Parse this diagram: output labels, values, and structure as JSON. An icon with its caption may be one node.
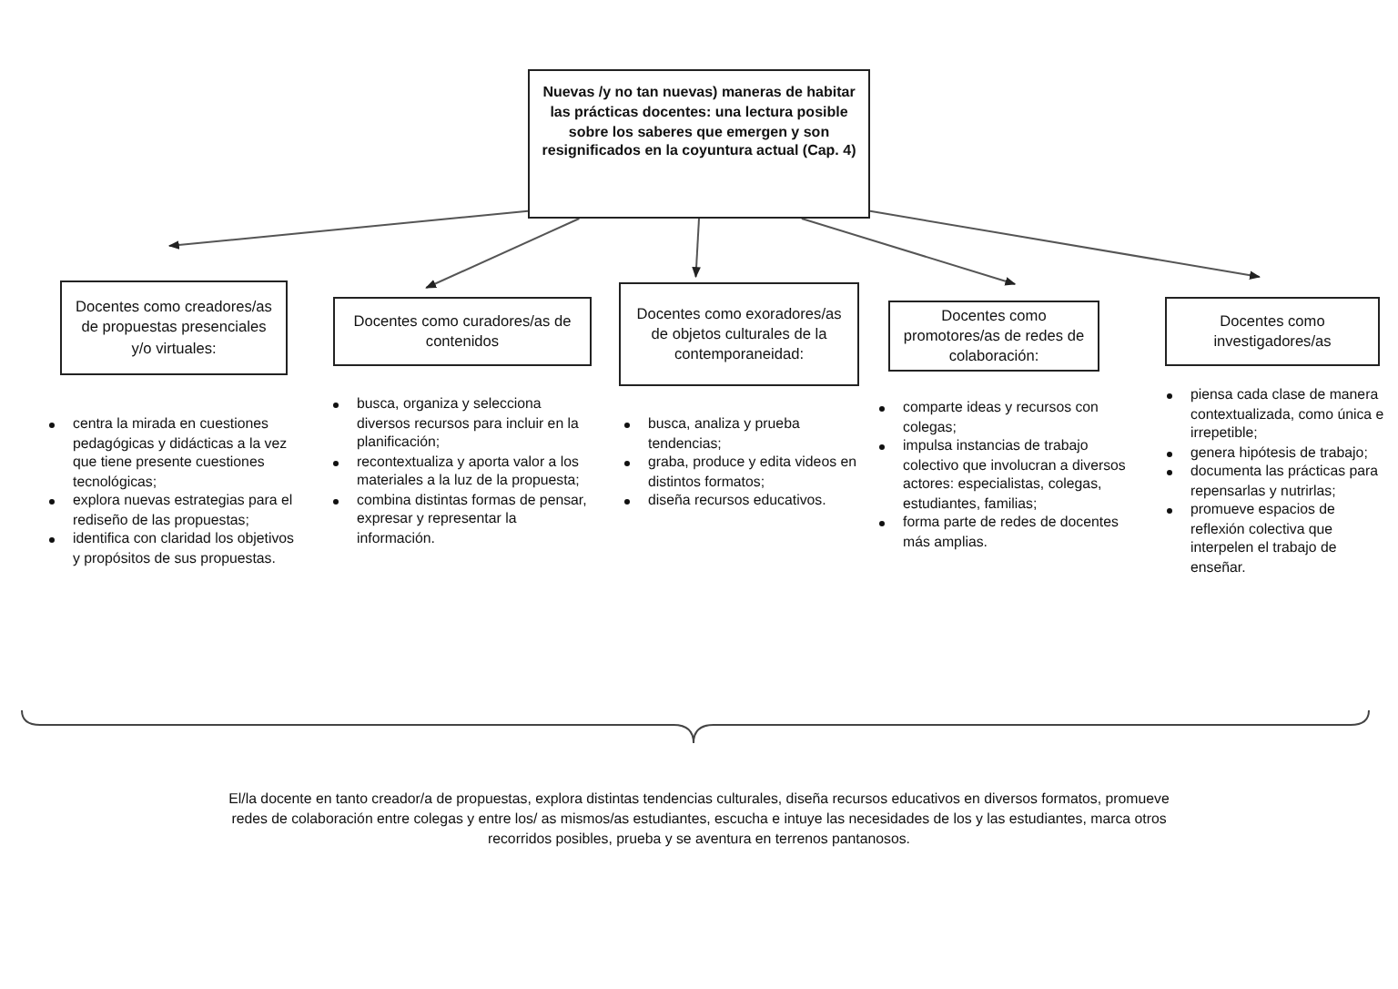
{
  "diagram": {
    "nodes": [
      {
        "text": [
          "Nuevas /y no tan nuevas) maneras de habitar las prácticas docentes: una lectura posible sobre los saberes que emergen y son resignificados en la coyuntura actual (Cap. 4)"
        ]
      },
      {
        "text": [
          "Docentes como creadores/as de propuestas presenciales y/o virtuales:"
        ],
        "beside": [
          "centra la mirada en cuestiones pedagógicas y didácticas a la vez que tiene presente cuestiones tecnológicas;",
          "explora nuevas estrategias para el rediseño de las propuestas;",
          "identifica con claridad los objetivos y propósitos de sus propuestas."
        ]
      },
      {
        "text": [
          "Docentes como curadores/as de contenidos"
        ],
        "beside": [
          "busca, organiza y selecciona diversos recursos para incluir en la planificación;",
          "recontextualiza y aporta valor a los materiales a la luz de la propuesta;",
          "combina distintas formas de pensar, expresar y representar la información."
        ]
      },
      {
        "text": [
          "Docentes como exoradores/as de objetos culturales de la contemporaneidad:"
        ],
        "beside": [
          "busca, analiza y prueba tendencias;",
          "graba, produce y edita videos en distintos formatos;",
          "diseña recursos educativos."
        ]
      },
      {
        "text": [
          "Docentes como promotores/as de redes de colaboración:"
        ],
        "beside": [
          "comparte ideas y recursos con colegas;",
          "impulsa instancias de trabajo colectivo que involucran a diversos actores: especialistas, colegas, estudiantes, familias;",
          "forma parte de redes de docentes más amplias."
        ]
      },
      {
        "text": [
          "Docentes como investigadores/as"
        ],
        "beside": [
          "piensa cada clase de manera contextualizada, como única e irrepetible;",
          "genera hipótesis de trabajo;",
          "documenta las prácticas para repensarlas y nutrirlas;",
          "promueve espacios de reflexión colectiva que interpelen el trabajo de enseñar."
        ]
      }
    ],
    "edges": [
      {
        "from": 0,
        "to": 1,
        "arrow": "to"
      },
      {
        "from": 0,
        "to": 2,
        "arrow": "to"
      },
      {
        "from": 0,
        "to": 3,
        "arrow": "to"
      },
      {
        "from": 0,
        "to": 4,
        "arrow": "to"
      },
      {
        "from": 0,
        "to": 5,
        "arrow": "to"
      }
    ],
    "labels": [
      "El/la docente en tanto creador/a de propuestas, explora distintas tendencias culturales, diseña recursos educativos en diversos formatos, promueve redes de colaboración entre colegas y entre los/ as mismos/as estudiantes, escucha e intuye las necesidades de los y las estudiantes, marca otros recorridos posibles, prueba y se aventura en terrenos pantanosos."
    ]
  }
}
